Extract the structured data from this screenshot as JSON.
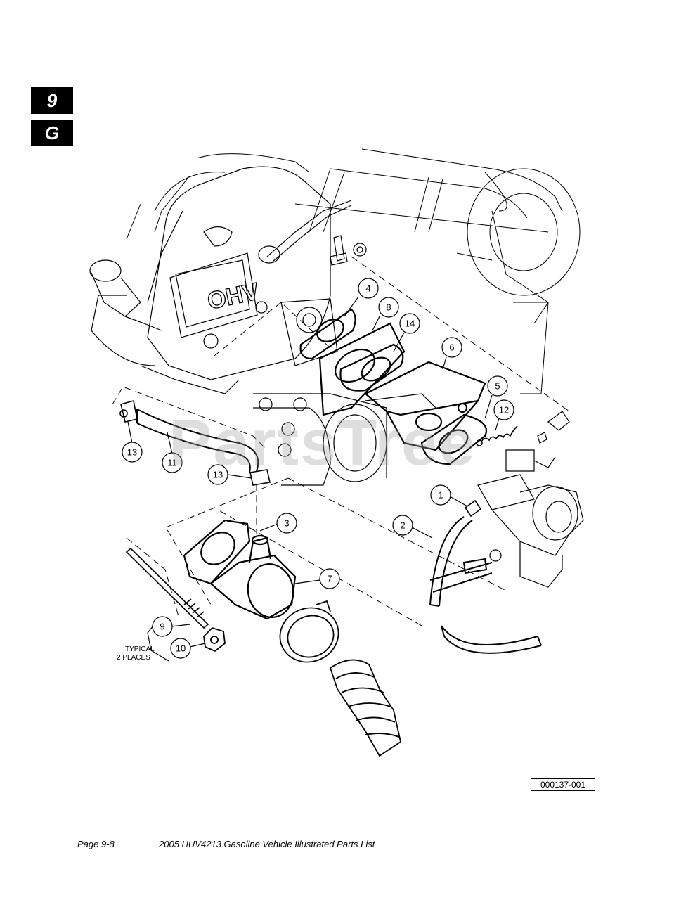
{
  "section_tabs": {
    "number": "9",
    "letter": "G"
  },
  "engine_badge": "OHV",
  "callouts": [
    "1",
    "2",
    "3",
    "4",
    "5",
    "6",
    "7",
    "8",
    "9",
    "10",
    "11",
    "12",
    "13",
    "13",
    "14"
  ],
  "note": {
    "line1": "TYPICAL",
    "line2": "2 PLACES"
  },
  "drawing_number": "000137-001",
  "footer": {
    "page": "Page 9-8",
    "title": "2005 HUV4213 Gasoline Vehicle Illustrated Parts List"
  },
  "watermark": "PartsTree"
}
